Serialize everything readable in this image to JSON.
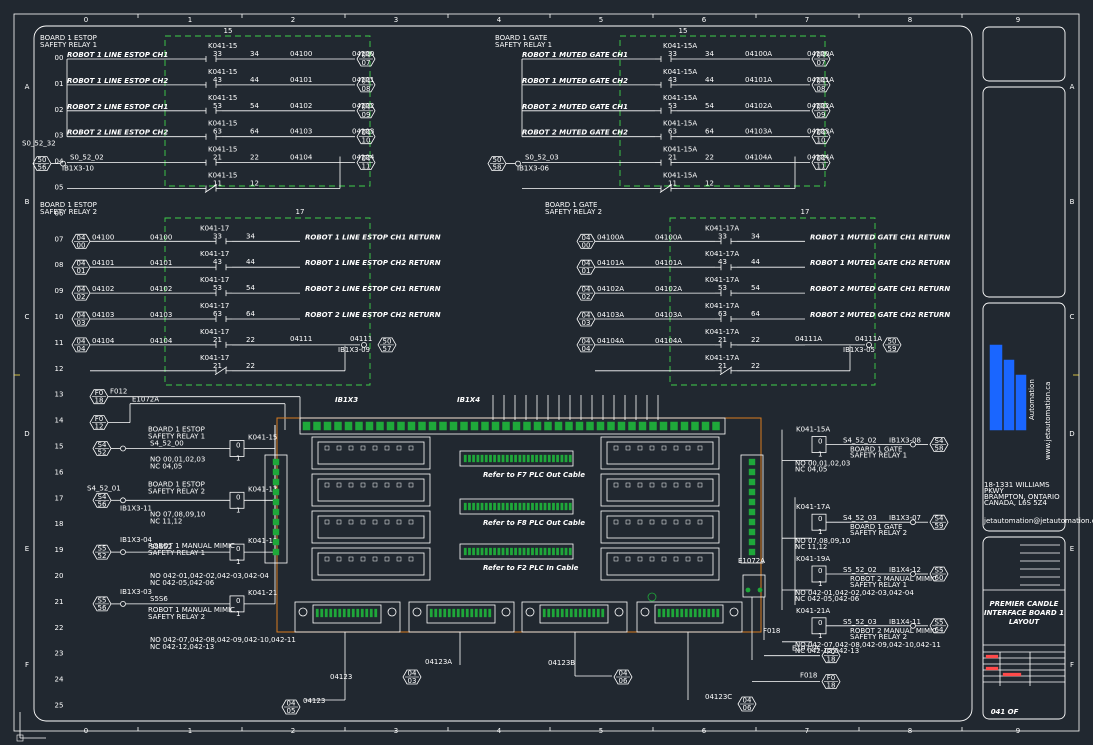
{
  "columns": [
    "0",
    "1",
    "2",
    "3",
    "4",
    "5",
    "6",
    "7",
    "8",
    "9"
  ],
  "rows_right": [
    "A",
    "B",
    "C",
    "D",
    "E",
    "F"
  ],
  "row_numbers": [
    "00",
    "01",
    "02",
    "03",
    "04",
    "05",
    "06",
    "07",
    "08",
    "09",
    "10",
    "11",
    "12",
    "13",
    "14",
    "15",
    "16",
    "17",
    "18",
    "19",
    "20",
    "21",
    "22",
    "23",
    "24",
    "25"
  ],
  "left_top": {
    "header1": "BOARD 1 ESTOP",
    "header2": "SAFETY RELAY 1",
    "col_num": "15",
    "rows": [
      {
        "label": "ROBOT 1 LINE ESTOP CH1",
        "k": "K041-15",
        "a": "33",
        "b": "34",
        "wire": "04100",
        "out": "04100",
        "ref": [
          "04",
          "07"
        ]
      },
      {
        "label": "ROBOT 1 LINE ESTOP CH2",
        "k": "K041-15",
        "a": "43",
        "b": "44",
        "wire": "04101",
        "out": "04101",
        "ref": [
          "04",
          "08"
        ]
      },
      {
        "label": "ROBOT 2 LINE ESTOP CH1",
        "k": "K041-15",
        "a": "53",
        "b": "54",
        "wire": "04102",
        "out": "04102",
        "ref": [
          "04",
          "09"
        ]
      },
      {
        "label": "ROBOT 2 LINE ESTOP CH2",
        "k": "K041-15",
        "a": "63",
        "b": "64",
        "wire": "04103",
        "out": "04103",
        "ref": [
          "04",
          "10"
        ]
      },
      {
        "label": "",
        "k": "K041-15",
        "a": "21",
        "b": "22",
        "wire": "04104",
        "out": "04104",
        "ref": [
          "04",
          "11"
        ]
      }
    ],
    "s0": "S0_52_32",
    "s0b": "S0_52_02",
    "s0ref": [
      "50",
      "56"
    ],
    "ib": "IB1X3-10",
    "row05": {
      "k": "K041-15",
      "a": "11",
      "b": "12"
    }
  },
  "left_mid": {
    "header1": "BOARD 1 ESTOP",
    "header2": "SAFETY RELAY 2",
    "col_num": "17",
    "rows": [
      {
        "ref": [
          "04",
          "00"
        ],
        "wire": "04100",
        "w2": "04100",
        "k": "K041-17",
        "a": "33",
        "b": "34",
        "label": "ROBOT 1 LINE ESTOP CH1 RETURN"
      },
      {
        "ref": [
          "04",
          "01"
        ],
        "wire": "04101",
        "w2": "04101",
        "k": "K041-17",
        "a": "43",
        "b": "44",
        "label": "ROBOT 1 LINE ESTOP CH2 RETURN"
      },
      {
        "ref": [
          "04",
          "02"
        ],
        "wire": "04102",
        "w2": "04102",
        "k": "K041-17",
        "a": "53",
        "b": "54",
        "label": "ROBOT 2 LINE ESTOP CH1 RETURN"
      },
      {
        "ref": [
          "04",
          "03"
        ],
        "wire": "04103",
        "w2": "04103",
        "k": "K041-17",
        "a": "63",
        "b": "64",
        "label": "ROBOT 2 LINE ESTOP CH2 RETURN"
      },
      {
        "ref": [
          "04",
          "04"
        ],
        "wire": "04104",
        "w2": "04104",
        "k": "K041-17",
        "a": "21",
        "b": "22",
        "label": ""
      }
    ],
    "w11": "04111",
    "w11b": "04111",
    "ib": "IB1X3-09",
    "s0ref": [
      "50",
      "57"
    ],
    "row12": {
      "k": "K041-17",
      "a": "21",
      "b": "22"
    }
  },
  "right_top": {
    "header1": "BOARD 1 GATE",
    "header2": "SAFETY RELAY 1",
    "col_num": "15",
    "rows": [
      {
        "label": "ROBOT 1 MUTED GATE CH1",
        "k": "K041-15A",
        "a": "33",
        "b": "34",
        "wire": "04100A",
        "out": "04100A",
        "ref": [
          "04",
          "07"
        ]
      },
      {
        "label": "ROBOT 1 MUTED GATE CH2",
        "k": "K041-15A",
        "a": "43",
        "b": "44",
        "wire": "04101A",
        "out": "04101A",
        "ref": [
          "04",
          "08"
        ]
      },
      {
        "label": "ROBOT 2 MUTED GATE CH1",
        "k": "K041-15A",
        "a": "53",
        "b": "54",
        "wire": "04102A",
        "out": "04102A",
        "ref": [
          "04",
          "09"
        ]
      },
      {
        "label": "ROBOT 2 MUTED GATE CH2",
        "k": "K041-15A",
        "a": "63",
        "b": "64",
        "wire": "04103A",
        "out": "04103A",
        "ref": [
          "04",
          "10"
        ]
      },
      {
        "label": "",
        "k": "K041-15A",
        "a": "21",
        "b": "22",
        "wire": "04104A",
        "out": "04104A",
        "ref": [
          "04",
          "11"
        ]
      }
    ],
    "s0b": "S0_52_03",
    "s0ref": [
      "50",
      "58"
    ],
    "ib": "IB1X3-06",
    "row05": {
      "k": "K041-15A",
      "a": "11",
      "b": "12"
    }
  },
  "right_mid": {
    "header1": "BOARD 1 GATE",
    "header2": "SAFETY RELAY 2",
    "col_num": "17",
    "rows": [
      {
        "ref": [
          "04",
          "00"
        ],
        "wire": "04100A",
        "w2": "04100A",
        "k": "K041-17A",
        "a": "33",
        "b": "34",
        "label": "ROBOT 1 MUTED GATE CH1 RETURN"
      },
      {
        "ref": [
          "04",
          "01"
        ],
        "wire": "04101A",
        "w2": "04101A",
        "k": "K041-17A",
        "a": "43",
        "b": "44",
        "label": "ROBOT 1 MUTED GATE CH2 RETURN"
      },
      {
        "ref": [
          "04",
          "02"
        ],
        "wire": "04102A",
        "w2": "04102A",
        "k": "K041-17A",
        "a": "53",
        "b": "54",
        "label": "ROBOT 2 MUTED GATE CH1 RETURN"
      },
      {
        "ref": [
          "04",
          "03"
        ],
        "wire": "04103A",
        "w2": "04103A",
        "k": "K041-17A",
        "a": "63",
        "b": "64",
        "label": "ROBOT 2 MUTED GATE CH2 RETURN"
      },
      {
        "ref": [
          "04",
          "04"
        ],
        "wire": "04104A",
        "w2": "04104A",
        "k": "K041-17A",
        "a": "21",
        "b": "22",
        "label": ""
      }
    ],
    "w11": "04111A",
    "w11b": "04111A",
    "ib": "IB1X3-05",
    "s0ref": [
      "50",
      "59"
    ],
    "row12": {
      "k": "K041-17A",
      "a": "21",
      "b": "22"
    }
  },
  "lower_left": {
    "f012": "F012",
    "ref13": [
      "F0",
      "18"
    ],
    "ref14": [
      "F0",
      "12"
    ],
    "e1072a": "E1072A",
    "r15": {
      "ref": [
        "S4",
        "52"
      ],
      "wire": "S4_52_00",
      "k": "K041-15",
      "a": "0",
      "b": "1",
      "h1": "BOARD 1 ESTOP",
      "h2": "SAFETY RELAY 1",
      "no": "NO 00,01,02,03",
      "nc": "NC 04,05"
    },
    "s4": "S4_52_01",
    "r17": {
      "ref": [
        "S4",
        "56"
      ],
      "ib": "IB1X3-11",
      "k": "K041-17",
      "a": "0",
      "b": "1",
      "h1": "BOARD 1 ESTOP",
      "h2": "SAFETY RELAY 2",
      "no": "NO 07,08,09,10",
      "nc": "NC 11,12"
    },
    "r19": {
      "ref": [
        "S5",
        "52"
      ],
      "ib": "IB1X3-04",
      "wire": "S5S52",
      "k": "K041-19",
      "a": "0",
      "b": "1",
      "h1": "ROBOT 1 MANUAL MIMIC",
      "h2": "SAFETY RELAY 1",
      "no": "NO 042-01,042-02,042-03,042-04",
      "nc": "NC 042-05,042-06"
    },
    "r21": {
      "ref": [
        "S5",
        "56"
      ],
      "ib": "IB1X3-03",
      "wire": "S5S6",
      "k": "K041-21",
      "a": "0",
      "b": "1",
      "h1": "ROBOT 1 MANUAL MIMIC",
      "h2": "SAFETY RELAY 2",
      "no": "NO 042-07,042-08,042-09,042-10,042-11",
      "nc": "NC 042-12,042-13"
    }
  },
  "board": {
    "ib1x3": "IB1X3",
    "ib1x4": "IB1X4",
    "cable1": "Refer to F7 PLC Out Cable",
    "cable2": "Refer to F8 PLC Out Cable",
    "cable3": "Refer to F2 PLC In Cable",
    "e1072a": "E1072A",
    "f018": "F018",
    "w04123": "04123",
    "w04123a": "04123A",
    "w04123b": "04123B",
    "w04123c": "04123C",
    "ref_a": [
      "04",
      "05"
    ],
    "ref_b": [
      "04",
      "03"
    ],
    "ref_c": [
      "04",
      "06"
    ],
    "ref_d": [
      "04",
      "06"
    ]
  },
  "lower_right": {
    "r15": {
      "k": "K041-15A",
      "a": "0",
      "b": "1",
      "wire": "S4_52_02",
      "ib": "IB1X3-08",
      "ref": [
        "S4",
        "58"
      ],
      "h1": "BOARD 1 GATE",
      "h2": "SAFETY RELAY 1",
      "no": "NO 00,01,02,03",
      "nc": "NC 04,05"
    },
    "r17": {
      "k": "K041-17A",
      "a": "0",
      "b": "1",
      "wire": "S4_52_03",
      "ib": "IB1X3-07",
      "ref": [
        "S4",
        "59"
      ],
      "h1": "BOARD 1 GATE",
      "h2": "SAFETY RELAY 2",
      "no": "NO 07,08,09,10",
      "nc": "NC 11,12"
    },
    "r19": {
      "k": "K041-19A",
      "a": "0",
      "b": "1",
      "wire": "S5_52_02",
      "ib": "IB1X4-12",
      "ref": [
        "S5",
        "60"
      ],
      "h1": "ROBOT 2 MANUAL MIMIC",
      "h2": "SAFETY RELAY 1",
      "no": "NO 042-01,042-02,042-03,042-04",
      "nc": "NC 042-05,042-06"
    },
    "r21": {
      "k": "K041-21A",
      "a": "0",
      "b": "1",
      "wire": "S5_52_03",
      "ib": "IB1X4-11",
      "ref": [
        "S5",
        "64"
      ],
      "h1": "ROBOT 2 MANUAL MIMIC",
      "h2": "SAFETY RELAY 2",
      "no": "NO 042-07,042-08,042-09,042-10,042-11",
      "nc": "NC 042-12,042-13"
    },
    "e1072a": "E1072A",
    "f018": "F018",
    "ref23": [
      "F0",
      "18"
    ],
    "ref24": [
      "F0",
      "18"
    ]
  },
  "title_block": {
    "logo_word": "Automation",
    "logo_url": "www.jetautomation.ca",
    "addr1": "18-1331 WILLIAMS",
    "addr2": "PKWY",
    "addr3": "BRAMPTON, ONTARIO",
    "addr4": "CANADA, L6S 5Z4",
    "email": "jetautomation@jetautomation.ca",
    "title1": "PREMIER CANDLE",
    "title2": "INTERFACE BOARD 1",
    "title3": "LAYOUT",
    "sheet": "041",
    "sheet_suffix": "OF"
  },
  "colors": {
    "background": "#212830",
    "line": "#ffffff",
    "dash": "#3fd14a",
    "board": "#d97b1f",
    "terminal": "#1fa83a",
    "accent": "#ff4a4a",
    "logo": "#1a66ff"
  }
}
